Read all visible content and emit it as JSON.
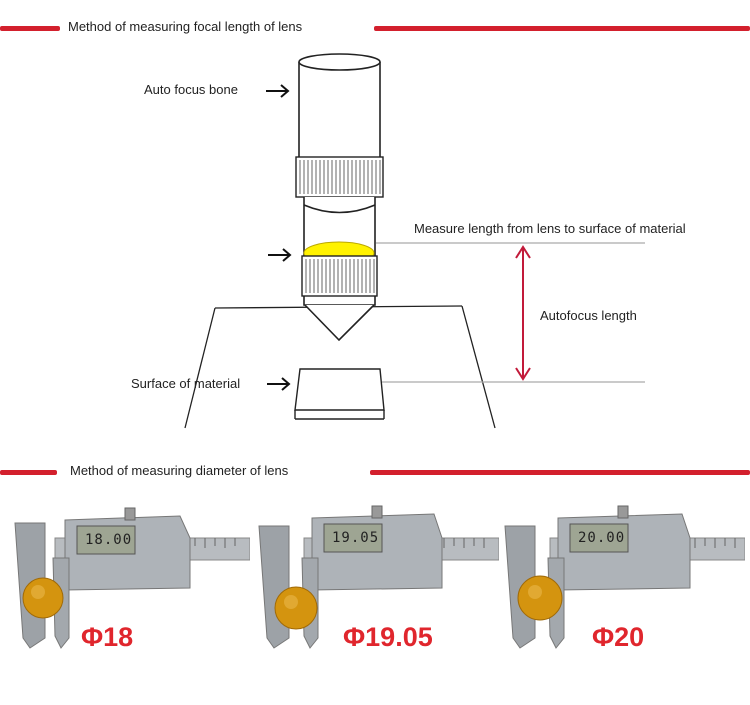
{
  "sections": {
    "focal": {
      "title": "Method of measuring focal length of lens"
    },
    "diameter": {
      "title": "Method of measuring diameter of lens"
    }
  },
  "labels": {
    "auto_focus_bone": "Auto focus bone",
    "measure_length": "Measure length from lens to surface of material",
    "autofocus_length": "Autofocus length",
    "surface_of_material": "Surface of material"
  },
  "measurements": [
    {
      "display": "18.00",
      "label": "Φ18"
    },
    {
      "display": "19.05",
      "label": "Φ19.05"
    },
    {
      "display": "20.00",
      "label": "Φ20"
    }
  ],
  "colors": {
    "accent_red": "#d3202d",
    "lens_yellow": "#fff200",
    "arrow_red": "#c21a3a",
    "lens_gold": "#d4940f"
  }
}
